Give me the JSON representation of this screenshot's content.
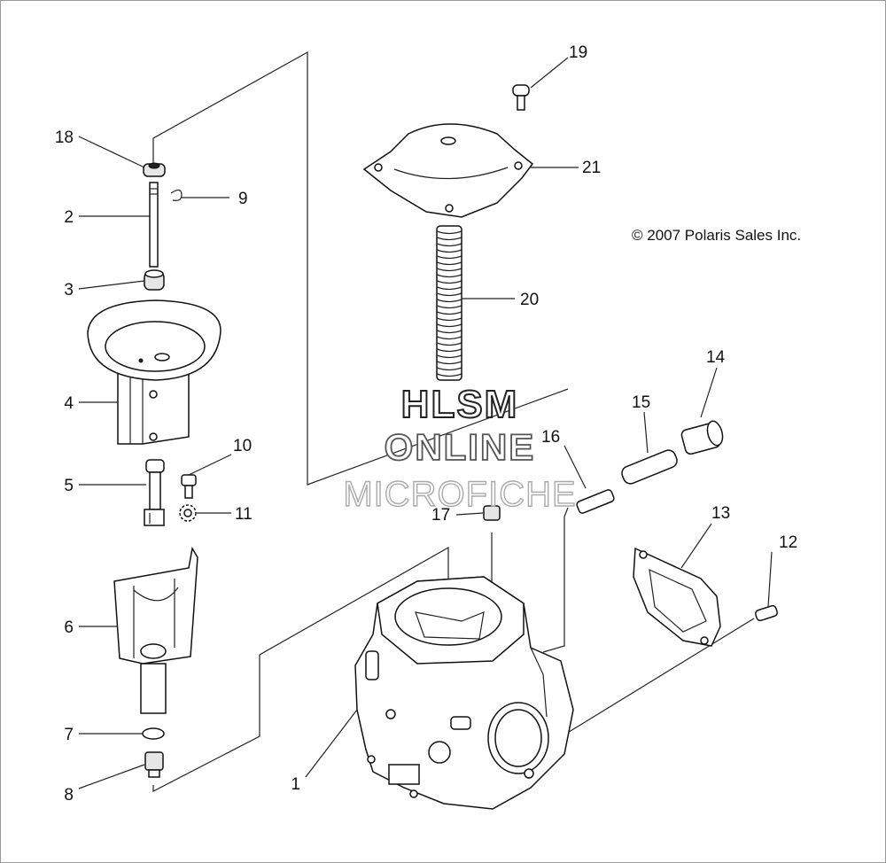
{
  "copyright": "© 2007 Polaris Sales Inc.",
  "watermark": {
    "line1": "HLSM",
    "line2": "ONLINE",
    "line3": "MICROFICHE"
  },
  "callouts": {
    "c1": "1",
    "c2": "2",
    "c3": "3",
    "c4": "4",
    "c5": "5",
    "c6": "6",
    "c7": "7",
    "c8": "8",
    "c9": "9",
    "c10": "10",
    "c11": "11",
    "c12": "12",
    "c13": "13",
    "c14": "14",
    "c15": "15",
    "c16": "16",
    "c17": "17",
    "c18": "18",
    "c19": "19",
    "c20": "20",
    "c21": "21"
  }
}
